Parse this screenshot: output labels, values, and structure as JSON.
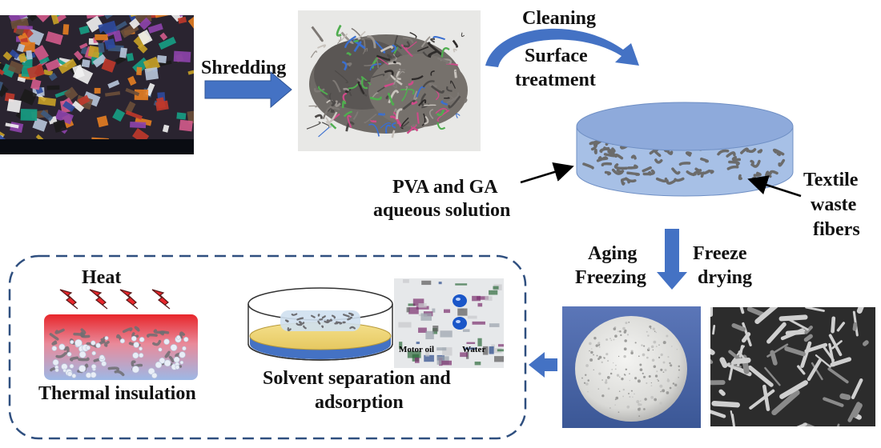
{
  "labels": {
    "shredding": "Shredding",
    "cleaning": "Cleaning",
    "surface_treatment_1": "Surface",
    "surface_treatment_2": "treatment",
    "pva_1": "PVA and GA",
    "pva_2": "aqueous solution",
    "textile_1": "Textile",
    "textile_2": "waste",
    "textile_3": "fibers",
    "aging": "Aging",
    "freezing": "Freezing",
    "freeze": "Freeze",
    "drying": "drying",
    "heat": "Heat",
    "thermal_insulation": "Thermal insulation",
    "solvent_1": "Solvent separation and",
    "solvent_2": "adsorption",
    "motor_oil": "Motor oil",
    "water": "Water"
  },
  "colors": {
    "arrow_blue": "#4472c4",
    "dish_top": "#8eaadb",
    "dish_side": "#a7c0e6",
    "dashed_border": "#2f4f7f",
    "heat_red": "#e8262b"
  }
}
